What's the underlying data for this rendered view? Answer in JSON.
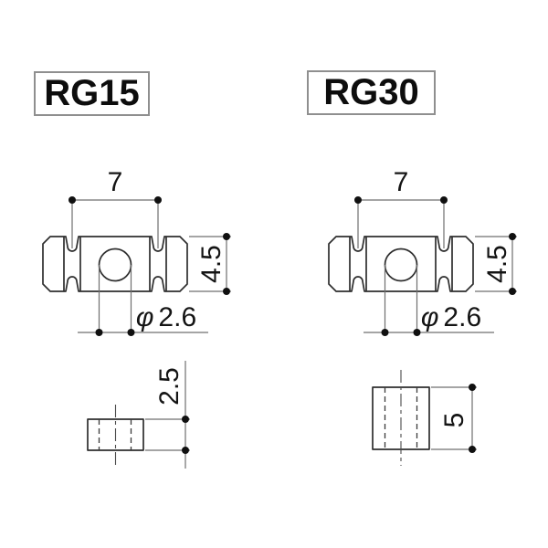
{
  "document_type": "technical-dimension-drawing",
  "colors": {
    "background": "#ffffff",
    "outline": "#2e2e2e",
    "dimension_line": "#6f6f6f",
    "text": "#141414",
    "label_border": "#8f8f8f"
  },
  "drawings": [
    {
      "label": "RG15",
      "dims": {
        "groove_spacing": "7",
        "body_height": "4.5",
        "hole_symbol": "φ",
        "hole_value": "2.6",
        "side_thickness": "2.5"
      }
    },
    {
      "label": "RG30",
      "dims": {
        "groove_spacing": "7",
        "body_height": "4.5",
        "hole_symbol": "φ",
        "hole_value": "2.6",
        "side_thickness": "5"
      }
    }
  ]
}
